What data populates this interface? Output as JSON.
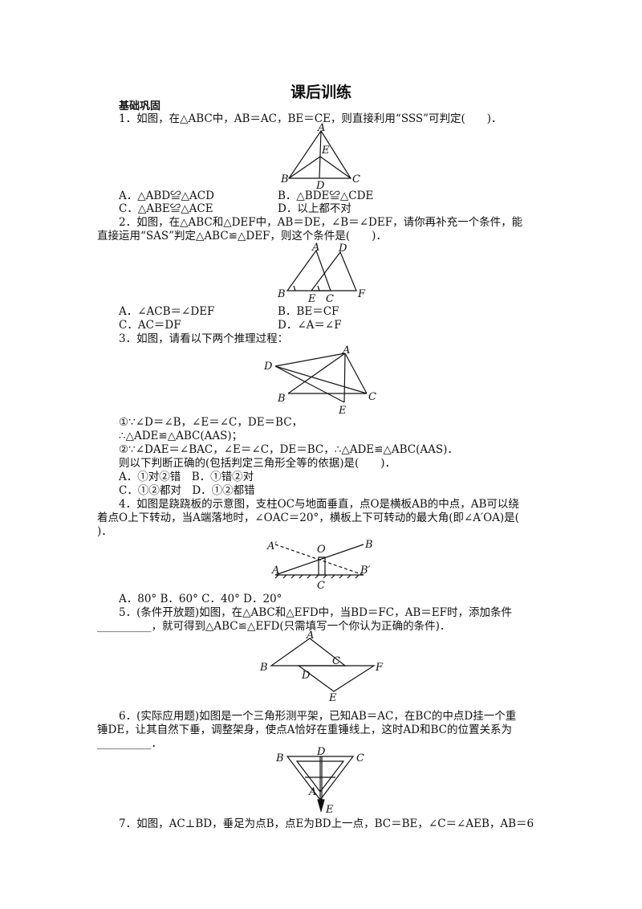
{
  "title": "课后训练",
  "section": "基础巩固",
  "q1": {
    "stem": "1．如图，在△ABC中，AB＝AC，BE＝CE，则直接利用“SSS”可判定(　　)．",
    "A": "A．△ABD≌△ACD",
    "B": "B．△BDE≌△CDE",
    "C": "C．△ABE≌△ACE",
    "D": "D．以上都不对",
    "labels": {
      "a": "A",
      "b": "B",
      "c": "C",
      "d": "D",
      "e": "E"
    }
  },
  "q2": {
    "stem1": "2．如图，在△ABC和△DEF中，AB＝DE，∠B＝∠DEF，请你再补充一个条件，能",
    "stem2": "直接运用“SAS”判定△ABC≌△DEF，则这个条件是(　　)．",
    "A": "A．∠ACB＝∠DEF",
    "B": "B．BE＝CF",
    "C": "C．AC＝DF",
    "D": "D．∠A＝∠F",
    "labels": {
      "a": "A",
      "b": "B",
      "c": "C",
      "d": "D",
      "e": "E",
      "f": "F"
    }
  },
  "q3": {
    "stem": "3．如图，请看以下两个推理过程：",
    "line1": "①∵∠D＝∠B，∠E＝∠C，DE＝BC，",
    "line2": "∴△ADE≌△ABC(AAS)；",
    "line3": "②∵∠DAE＝∠BAC，∠E＝∠C，DE＝BC，∴△ADE≌△ABC(AAS)．",
    "line4": "则以下判断正确的(包括判定三角形全等的依据)是(　　)．",
    "opt1": "A．①对②错　B．①错②对",
    "opt2": "C．①②都对　D．①②都错",
    "labels": {
      "a": "A",
      "b": "B",
      "c": "C",
      "d": "D",
      "e": "E"
    }
  },
  "q4": {
    "stem1": "4．如图是跷跷板的示意图，支柱OC与地面垂直，点O是横板AB的中点，AB可以绕",
    "stem2": "着点O上下转动，当A端落地时，∠OAC＝20°，横板上下可转动的最大角(即∠A′OA)是(",
    "stem3": ")．",
    "options": "A．80°  B．60°  C．40°  D．20°",
    "labels": {
      "a1": "A′",
      "a": "A",
      "o": "O",
      "b": "B",
      "b1": "B′",
      "c": "C"
    }
  },
  "q5": {
    "stem1": "5．(条件开放题)如图，在△ABC和△EFD中，当BD＝FC，AB＝EF时，添加条件",
    "stem2": "__________，就可得到△ABC≌△EFD(只需填写一个你认为正确的条件)．",
    "labels": {
      "a": "A",
      "b": "B",
      "c": "C",
      "d": "D",
      "e": "E",
      "f": "F"
    }
  },
  "q6": {
    "stem1": "6．(实际应用题)如图是一个三角形测平架，已知AB＝AC，在BC的中点D挂一个重",
    "stem2": "锤DE，让其自然下垂，调整架身，使点A恰好在重锤线上，这时AD和BC的位置关系为",
    "stem3": "__________．",
    "labels": {
      "b": "B",
      "d": "D",
      "c": "C",
      "a": "A",
      "e": "E"
    }
  },
  "q7": {
    "stem": "7．如图，AC⊥BD，垂足为点B，点E为BD上一点，BC＝BE，∠C＝∠AEB，AB＝6"
  }
}
